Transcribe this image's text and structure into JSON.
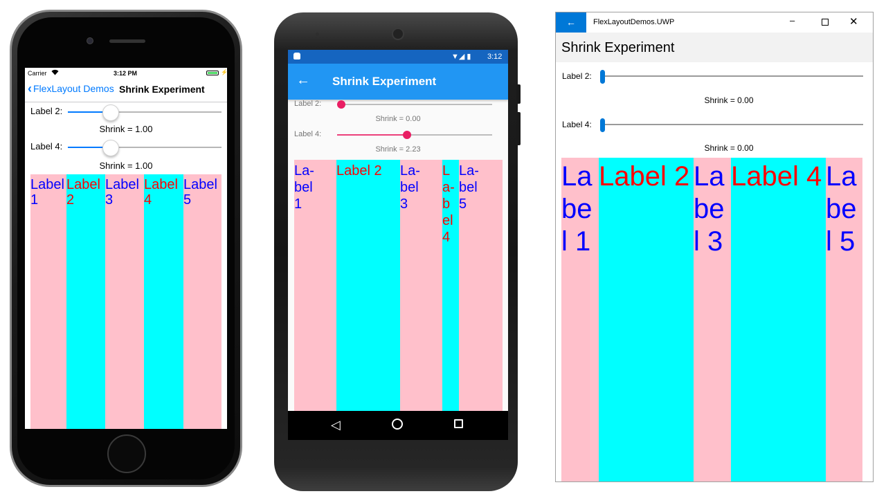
{
  "colors": {
    "pink": "#ffc0cb",
    "cyan": "#00ffff",
    "blue_text": "#0000ff",
    "red_text": "#ff0000",
    "ios_tint": "#007aff",
    "android_bar": "#2196f3",
    "android_accent": "#e91e63",
    "uwp_accent": "#0078d7"
  },
  "ios": {
    "status": {
      "carrier": "Carrier",
      "wifi_icon": "wifi-icon",
      "time": "3:12 PM",
      "battery_icon": "battery-icon"
    },
    "nav": {
      "back_label": "FlexLayout Demos",
      "back_icon": "chevron-left-icon",
      "title": "Shrink Experiment"
    },
    "sliders": [
      {
        "label": "Label 2:",
        "value_text": "Shrink = 1.00",
        "value": 1.0,
        "max": 4
      },
      {
        "label": "Label 4:",
        "value_text": "Shrink = 1.00",
        "value": 1.0,
        "max": 4
      }
    ],
    "labels": [
      {
        "text": "Label 1",
        "color": "blue"
      },
      {
        "text": "Label 2",
        "color": "red"
      },
      {
        "text": "Label 3",
        "color": "blue"
      },
      {
        "text": "Label 4",
        "color": "red"
      },
      {
        "text": "Label 5",
        "color": "blue"
      }
    ]
  },
  "android": {
    "status": {
      "time": "3:12",
      "icons": "▼◢ ▮"
    },
    "toolbar": {
      "back_icon": "arrow-left-icon",
      "title": "Shrink Experiment"
    },
    "sliders": [
      {
        "label": "Label 2:",
        "value_text": "Shrink = 0.00",
        "value": 0.0,
        "max": 5
      },
      {
        "label": "Label 4:",
        "value_text": "Shrink = 2.23",
        "value": 2.23,
        "max": 5
      }
    ],
    "labels": [
      {
        "text": "La-\nbel\n1",
        "color": "blue"
      },
      {
        "text": "Label 2",
        "color": "red"
      },
      {
        "text": "La-\nbel\n3",
        "color": "blue"
      },
      {
        "text": "L\na-\nb\nel\n4",
        "color": "red"
      },
      {
        "text": "La-\nbel\n5",
        "color": "blue"
      }
    ],
    "navbar": {
      "back_icon": "triangle-back-icon",
      "home_icon": "circle-home-icon",
      "recents_icon": "square-recents-icon"
    }
  },
  "uwp": {
    "titlebar": {
      "back_icon": "arrow-left-icon",
      "app_title": "FlexLayoutDemos.UWP",
      "minimize_glyph": "–",
      "close_glyph": "✕"
    },
    "page_title": "Shrink Experiment",
    "sliders": [
      {
        "label": "Label 2:",
        "value_text": "Shrink = 0.00",
        "value": 0.0,
        "max": 5
      },
      {
        "label": "Label 4:",
        "value_text": "Shrink = 0.00",
        "value": 0.0,
        "max": 5
      }
    ],
    "labels": [
      {
        "text": "La\nbe\nl 1",
        "color": "blue"
      },
      {
        "text": "Label 2",
        "color": "red"
      },
      {
        "text": "La\nbe\nl 3",
        "color": "blue"
      },
      {
        "text": "Label 4",
        "color": "red"
      },
      {
        "text": "La\nbe\nl 5",
        "color": "blue"
      }
    ]
  }
}
